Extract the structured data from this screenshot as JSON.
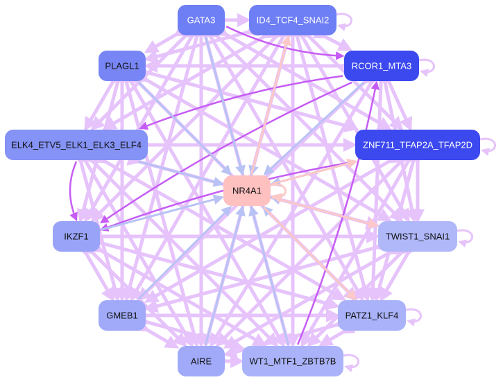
{
  "title": "Transcription factor regulatory network",
  "colors": {
    "edge_default": "#e6c3fb",
    "edge_strong": "#c65cf5",
    "edge_blue": "#b8c2f5",
    "edge_pink": "#fcc8c8",
    "hub_fill": "#ffc0c0"
  },
  "nodes": [
    {
      "id": "GATA3",
      "label": "GATA3",
      "fill": "#6e7ef5",
      "text": "#ffffff"
    },
    {
      "id": "ID4_TCF4_SNAI2",
      "label": "ID4_TCF4_SNAI2",
      "fill": "#6e7ef5",
      "text": "#ffffff"
    },
    {
      "id": "RCOR1_MTA3",
      "label": "RCOR1_MTA3",
      "fill": "#3c49ef",
      "text": "#ffffff"
    },
    {
      "id": "ZNF711_TFAP2A_TFAP2D",
      "label": "ZNF711_TFAP2A_TFAP2D",
      "fill": "#3c49ef",
      "text": "#ffffff"
    },
    {
      "id": "PLAGL1",
      "label": "PLAGL1",
      "fill": "#7886f5",
      "text": "#111111"
    },
    {
      "id": "ELK4_ETV5_ELK1_ELK3_ELF4",
      "label": "ELK4_ETV5_ELK1_ELK3_ELF4",
      "fill": "#8592f6",
      "text": "#111111"
    },
    {
      "id": "NR4A1",
      "label": "NR4A1",
      "fill": "#ffc0c0",
      "text": "#111111"
    },
    {
      "id": "IKZF1",
      "label": "IKZF1",
      "fill": "#99a3f7",
      "text": "#111111"
    },
    {
      "id": "TWIST1_SNAI1",
      "label": "TWIST1_SNAI1",
      "fill": "#b0b8f9",
      "text": "#111111"
    },
    {
      "id": "GMEB1",
      "label": "GMEB1",
      "fill": "#a0aaf8",
      "text": "#111111"
    },
    {
      "id": "PATZ1_KLF4",
      "label": "PATZ1_KLF4",
      "fill": "#aab3f9",
      "text": "#111111"
    },
    {
      "id": "AIRE",
      "label": "AIRE",
      "fill": "#a0aaf8",
      "text": "#111111"
    },
    {
      "id": "WT1_MTF1_ZBTB7B",
      "label": "WT1_MTF1_ZBTB7B",
      "fill": "#aab3f9",
      "text": "#111111"
    }
  ],
  "edges": [
    {
      "from": "GATA3",
      "to": "NR4A1",
      "type": "blue"
    },
    {
      "from": "PLAGL1",
      "to": "NR4A1",
      "type": "blue"
    },
    {
      "from": "ELK4_ETV5_ELK1_ELK3_ELF4",
      "to": "NR4A1",
      "type": "blue"
    },
    {
      "from": "IKZF1",
      "to": "NR4A1",
      "type": "blue"
    },
    {
      "from": "GMEB1",
      "to": "NR4A1",
      "type": "blue"
    },
    {
      "from": "AIRE",
      "to": "NR4A1",
      "type": "blue"
    },
    {
      "from": "WT1_MTF1_ZBTB7B",
      "to": "NR4A1",
      "type": "blue"
    },
    {
      "from": "PATZ1_KLF4",
      "to": "NR4A1",
      "type": "blue"
    },
    {
      "from": "TWIST1_SNAI1",
      "to": "NR4A1",
      "type": "blue"
    },
    {
      "from": "RCOR1_MTA3",
      "to": "NR4A1",
      "type": "blue"
    },
    {
      "from": "ZNF711_TFAP2A_TFAP2D",
      "to": "NR4A1",
      "type": "blue"
    },
    {
      "from": "NR4A1",
      "to": "ID4_TCF4_SNAI2",
      "type": "pink"
    },
    {
      "from": "NR4A1",
      "to": "TWIST1_SNAI1",
      "type": "pink"
    },
    {
      "from": "NR4A1",
      "to": "PATZ1_KLF4",
      "type": "pink"
    },
    {
      "from": "NR4A1",
      "to": "ZNF711_TFAP2A_TFAP2D",
      "type": "pink"
    },
    {
      "from": "ID4_TCF4_SNAI2",
      "to": "NR4A1",
      "type": "blue"
    },
    {
      "from": "ZNF711_TFAP2A_TFAP2D",
      "to": "IKZF1",
      "type": "strong"
    },
    {
      "from": "RCOR1_MTA3",
      "to": "IKZF1",
      "type": "strong"
    },
    {
      "from": "ELK4_ETV5_ELK1_ELK3_ELF4",
      "to": "IKZF1",
      "type": "strong"
    },
    {
      "from": "RCOR1_MTA3",
      "to": "ELK4_ETV5_ELK1_ELK3_ELF4",
      "type": "strong"
    },
    {
      "from": "GATA3",
      "to": "RCOR1_MTA3",
      "type": "strong"
    },
    {
      "from": "WT1_MTF1_ZBTB7B",
      "to": "RCOR1_MTA3",
      "type": "strong"
    },
    {
      "from": "GATA3",
      "to": "ID4_TCF4_SNAI2",
      "type": "default"
    },
    {
      "from": "GATA3",
      "to": "PLAGL1",
      "type": "default"
    },
    {
      "from": "GATA3",
      "to": "ELK4_ETV5_ELK1_ELK3_ELF4",
      "type": "default"
    },
    {
      "from": "GATA3",
      "to": "IKZF1",
      "type": "default"
    },
    {
      "from": "GATA3",
      "to": "GMEB1",
      "type": "default"
    },
    {
      "from": "GATA3",
      "to": "AIRE",
      "type": "default"
    },
    {
      "from": "GATA3",
      "to": "WT1_MTF1_ZBTB7B",
      "type": "default"
    },
    {
      "from": "GATA3",
      "to": "PATZ1_KLF4",
      "type": "default"
    },
    {
      "from": "GATA3",
      "to": "TWIST1_SNAI1",
      "type": "default"
    },
    {
      "from": "GATA3",
      "to": "ZNF711_TFAP2A_TFAP2D",
      "type": "default"
    },
    {
      "from": "ID4_TCF4_SNAI2",
      "to": "PLAGL1",
      "type": "default"
    },
    {
      "from": "ID4_TCF4_SNAI2",
      "to": "ELK4_ETV5_ELK1_ELK3_ELF4",
      "type": "default"
    },
    {
      "from": "ID4_TCF4_SNAI2",
      "to": "IKZF1",
      "type": "default"
    },
    {
      "from": "ID4_TCF4_SNAI2",
      "to": "GMEB1",
      "type": "default"
    },
    {
      "from": "ID4_TCF4_SNAI2",
      "to": "AIRE",
      "type": "default"
    },
    {
      "from": "ID4_TCF4_SNAI2",
      "to": "WT1_MTF1_ZBTB7B",
      "type": "default"
    },
    {
      "from": "ID4_TCF4_SNAI2",
      "to": "PATZ1_KLF4",
      "type": "default"
    },
    {
      "from": "ID4_TCF4_SNAI2",
      "to": "TWIST1_SNAI1",
      "type": "default"
    },
    {
      "from": "ID4_TCF4_SNAI2",
      "to": "ZNF711_TFAP2A_TFAP2D",
      "type": "default"
    },
    {
      "from": "ID4_TCF4_SNAI2",
      "to": "RCOR1_MTA3",
      "type": "default"
    },
    {
      "from": "RCOR1_MTA3",
      "to": "ZNF711_TFAP2A_TFAP2D",
      "type": "default"
    },
    {
      "from": "RCOR1_MTA3",
      "to": "PLAGL1",
      "type": "default"
    },
    {
      "from": "RCOR1_MTA3",
      "to": "GMEB1",
      "type": "default"
    },
    {
      "from": "RCOR1_MTA3",
      "to": "AIRE",
      "type": "default"
    },
    {
      "from": "RCOR1_MTA3",
      "to": "PATZ1_KLF4",
      "type": "default"
    },
    {
      "from": "RCOR1_MTA3",
      "to": "TWIST1_SNAI1",
      "type": "default"
    },
    {
      "from": "PLAGL1",
      "to": "ELK4_ETV5_ELK1_ELK3_ELF4",
      "type": "default"
    },
    {
      "from": "PLAGL1",
      "to": "IKZF1",
      "type": "default"
    },
    {
      "from": "PLAGL1",
      "to": "GMEB1",
      "type": "default"
    },
    {
      "from": "PLAGL1",
      "to": "AIRE",
      "type": "default"
    },
    {
      "from": "PLAGL1",
      "to": "WT1_MTF1_ZBTB7B",
      "type": "default"
    },
    {
      "from": "PLAGL1",
      "to": "PATZ1_KLF4",
      "type": "default"
    },
    {
      "from": "PLAGL1",
      "to": "TWIST1_SNAI1",
      "type": "default"
    },
    {
      "from": "PLAGL1",
      "to": "ZNF711_TFAP2A_TFAP2D",
      "type": "default"
    },
    {
      "from": "ELK4_ETV5_ELK1_ELK3_ELF4",
      "to": "ZNF711_TFAP2A_TFAP2D",
      "type": "default"
    },
    {
      "from": "ELK4_ETV5_ELK1_ELK3_ELF4",
      "to": "GMEB1",
      "type": "default"
    },
    {
      "from": "ELK4_ETV5_ELK1_ELK3_ELF4",
      "to": "AIRE",
      "type": "default"
    },
    {
      "from": "ELK4_ETV5_ELK1_ELK3_ELF4",
      "to": "WT1_MTF1_ZBTB7B",
      "type": "default"
    },
    {
      "from": "ELK4_ETV5_ELK1_ELK3_ELF4",
      "to": "PATZ1_KLF4",
      "type": "default"
    },
    {
      "from": "ELK4_ETV5_ELK1_ELK3_ELF4",
      "to": "TWIST1_SNAI1",
      "type": "default"
    },
    {
      "from": "ZNF711_TFAP2A_TFAP2D",
      "to": "TWIST1_SNAI1",
      "type": "default"
    },
    {
      "from": "ZNF711_TFAP2A_TFAP2D",
      "to": "PATZ1_KLF4",
      "type": "default"
    },
    {
      "from": "ZNF711_TFAP2A_TFAP2D",
      "to": "WT1_MTF1_ZBTB7B",
      "type": "default"
    },
    {
      "from": "ZNF711_TFAP2A_TFAP2D",
      "to": "AIRE",
      "type": "default"
    },
    {
      "from": "ZNF711_TFAP2A_TFAP2D",
      "to": "GMEB1",
      "type": "default"
    },
    {
      "from": "IKZF1",
      "to": "TWIST1_SNAI1",
      "type": "default"
    },
    {
      "from": "IKZF1",
      "to": "GMEB1",
      "type": "default"
    },
    {
      "from": "IKZF1",
      "to": "AIRE",
      "type": "default"
    },
    {
      "from": "IKZF1",
      "to": "WT1_MTF1_ZBTB7B",
      "type": "default"
    },
    {
      "from": "IKZF1",
      "to": "PATZ1_KLF4",
      "type": "default"
    },
    {
      "from": "TWIST1_SNAI1",
      "to": "PATZ1_KLF4",
      "type": "default"
    },
    {
      "from": "TWIST1_SNAI1",
      "to": "GMEB1",
      "type": "default"
    },
    {
      "from": "TWIST1_SNAI1",
      "to": "AIRE",
      "type": "default"
    },
    {
      "from": "TWIST1_SNAI1",
      "to": "WT1_MTF1_ZBTB7B",
      "type": "default"
    },
    {
      "from": "GMEB1",
      "to": "PATZ1_KLF4",
      "type": "default"
    },
    {
      "from": "GMEB1",
      "to": "AIRE",
      "type": "default"
    },
    {
      "from": "GMEB1",
      "to": "WT1_MTF1_ZBTB7B",
      "type": "default"
    },
    {
      "from": "PATZ1_KLF4",
      "to": "AIRE",
      "type": "default"
    },
    {
      "from": "PATZ1_KLF4",
      "to": "WT1_MTF1_ZBTB7B",
      "type": "default"
    },
    {
      "from": "AIRE",
      "to": "WT1_MTF1_ZBTB7B",
      "type": "default"
    }
  ],
  "self_loops": [
    "ID4_TCF4_SNAI2",
    "RCOR1_MTA3",
    "ZNF711_TFAP2A_TFAP2D",
    "NR4A1",
    "TWIST1_SNAI1",
    "PATZ1_KLF4",
    "WT1_MTF1_ZBTB7B"
  ]
}
